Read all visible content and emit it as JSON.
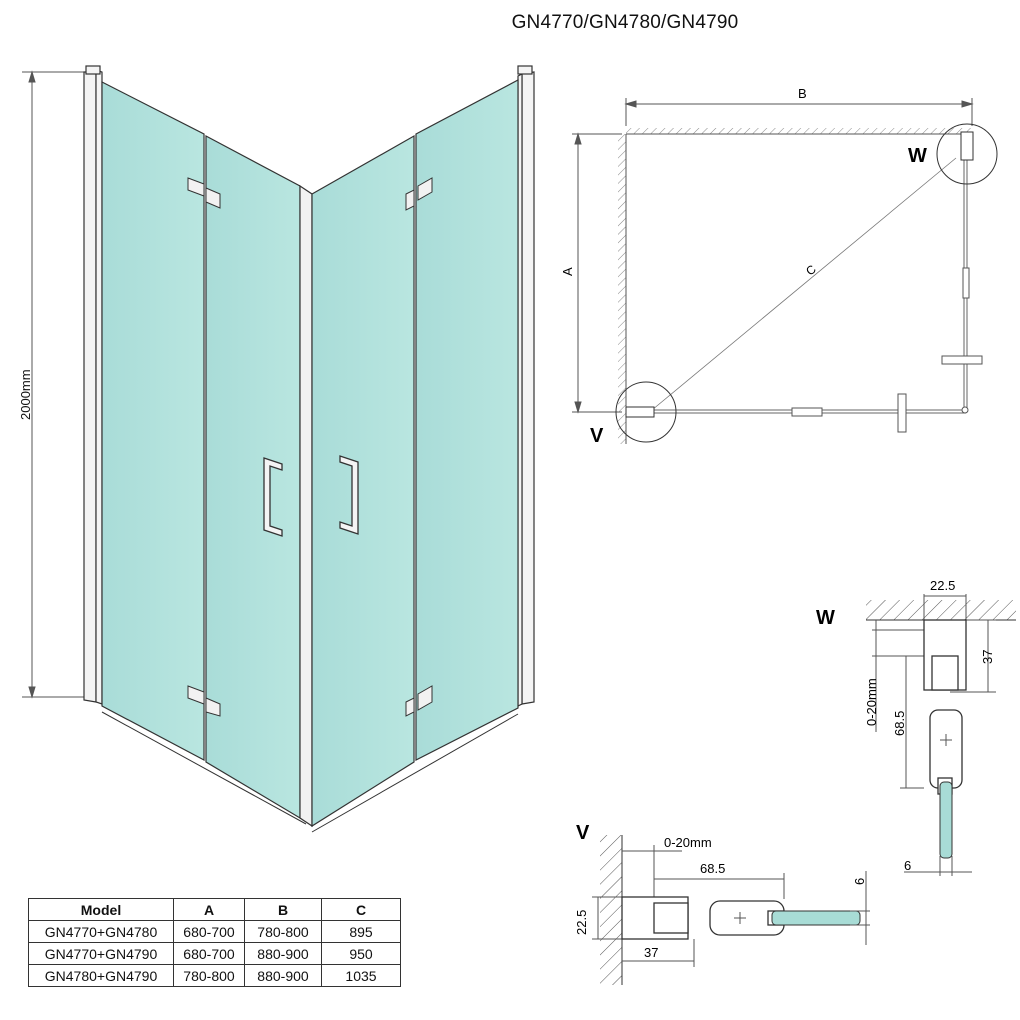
{
  "title": "GN4770/GN4780/GN4790",
  "elevation": {
    "height_label": "2000mm"
  },
  "plan": {
    "label_a": "A",
    "label_b": "B",
    "label_c": "C",
    "detail_w": "W",
    "detail_v": "V"
  },
  "detail_w": {
    "label": "W",
    "width": "22.5",
    "offset": "37",
    "adjust": "0-20mm",
    "depth": "68.5",
    "glass": "6"
  },
  "detail_v": {
    "label": "V",
    "adjust": "0-20mm",
    "depth": "68.5",
    "height": "22.5",
    "offset": "37",
    "glass": "6"
  },
  "table": {
    "headers": [
      "Model",
      "A",
      "B",
      "C"
    ],
    "rows": [
      [
        "GN4770+GN4780",
        "680-700",
        "780-800",
        "895"
      ],
      [
        "GN4770+GN4790",
        "680-700",
        "880-900",
        "950"
      ],
      [
        "GN4780+GN4790",
        "780-800",
        "880-900",
        "1035"
      ]
    ]
  },
  "colors": {
    "glass": "#a8dcd6",
    "frame": "#444444",
    "dim": "#555555"
  }
}
